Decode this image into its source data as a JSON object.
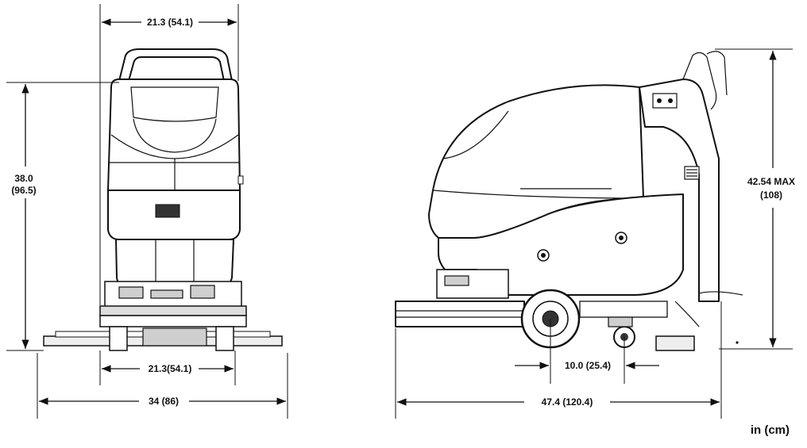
{
  "front_view": {
    "top_width": "21.3 (54.1)",
    "height": "38.0",
    "height_cm": "(96.5)",
    "bottom_width": "21.3(54.1)",
    "overall_width": "34 (86)"
  },
  "side_view": {
    "max_height": "42.54 MAX",
    "max_height_cm": "(108)",
    "wheel_spacing": "10.0 (25.4)",
    "overall_length": "47.4 (120.4)"
  },
  "units_label": "in (cm)",
  "colors": {
    "line": "#111111",
    "fill": "#ffffff",
    "shade": "#cfcfcf"
  }
}
